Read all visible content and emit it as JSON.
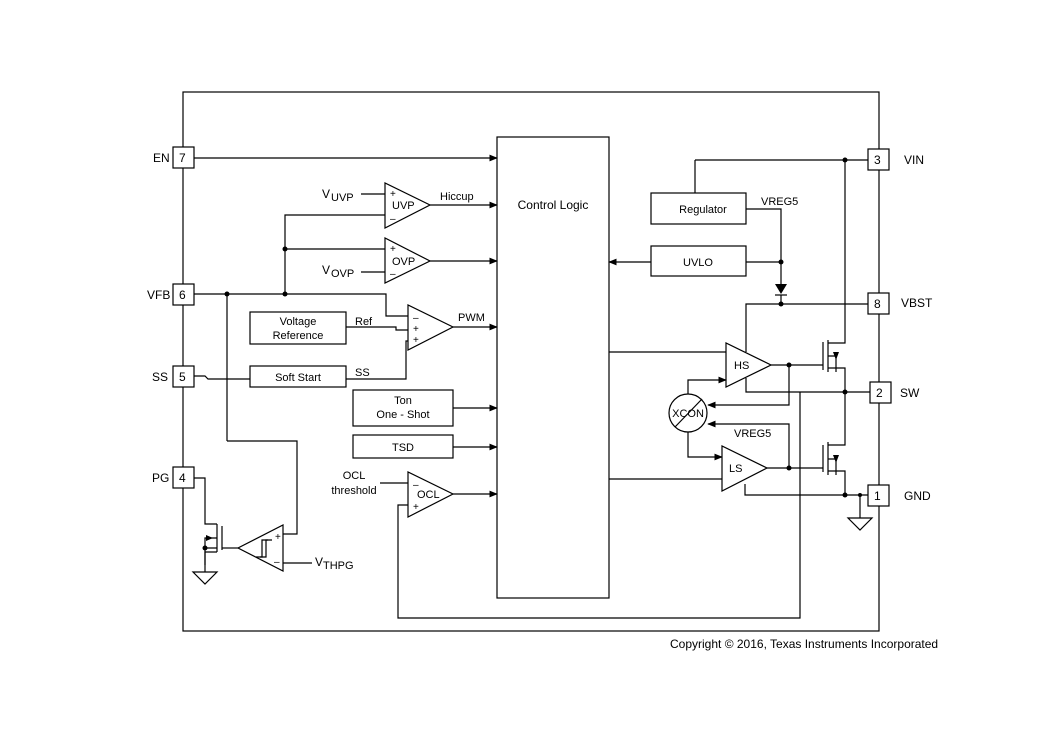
{
  "pins": {
    "en": {
      "name": "EN",
      "num": "7"
    },
    "vfb": {
      "name": "VFB",
      "num": "6"
    },
    "ss": {
      "name": "SS",
      "num": "5"
    },
    "pg": {
      "name": "PG",
      "num": "4"
    },
    "vin": {
      "name": "VIN",
      "num": "3"
    },
    "vbst": {
      "name": "VBST",
      "num": "8"
    },
    "sw": {
      "name": "SW",
      "num": "2"
    },
    "gnd": {
      "name": "GND",
      "num": "1"
    }
  },
  "blocks": {
    "control_logic": "Control Logic",
    "regulator": "Regulator",
    "uvlo": "UVLO",
    "voltage_reference_1": "Voltage",
    "voltage_reference_2": "Reference",
    "soft_start": "Soft Start",
    "ton_1": "Ton",
    "ton_2": "One - Shot",
    "tsd": "TSD",
    "xcon": "XCON"
  },
  "amps": {
    "uvp": "UVP",
    "ovp": "OVP",
    "ocl": "OCL",
    "hs": "HS",
    "ls": "LS"
  },
  "labels": {
    "v_uvp_main": "V",
    "v_uvp_sub": "UVP",
    "v_ovp_main": "V",
    "v_ovp_sub": "OVP",
    "v_thpg_main": "V",
    "v_thpg_sub": "THPG",
    "hiccup": "Hiccup",
    "pwm": "PWM",
    "ref": "Ref",
    "ss": "SS",
    "ocl_threshold_1": "OCL",
    "ocl_threshold_2": "threshold",
    "vreg5_top": "VREG5",
    "vreg5_bottom": "VREG5",
    "plus": "+",
    "minus": "–"
  },
  "copyright": "Copyright © 2016, Texas Instruments Incorporated"
}
